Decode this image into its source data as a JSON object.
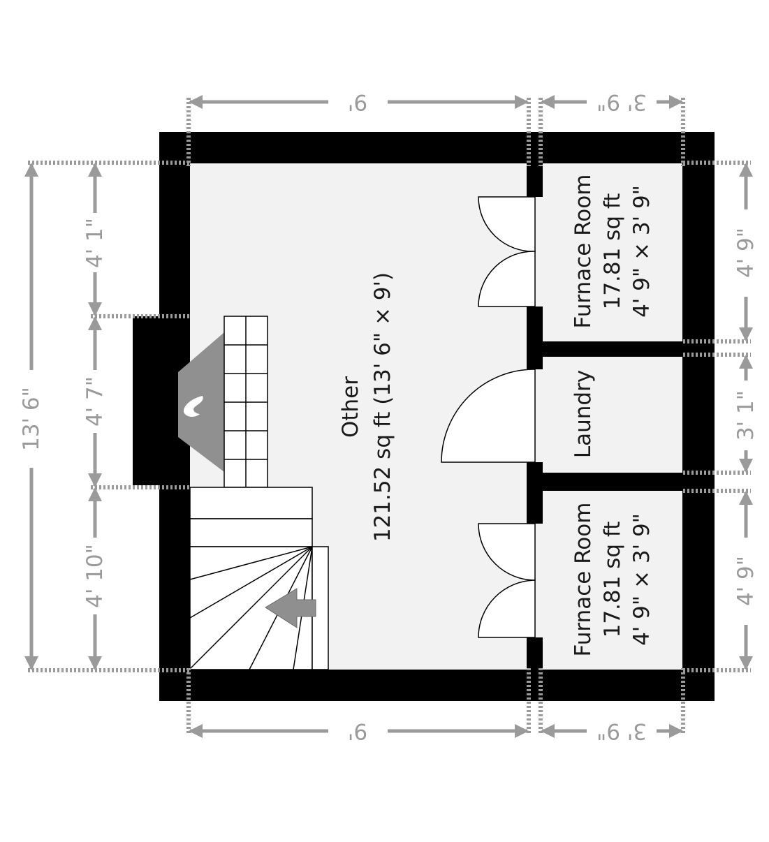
{
  "rooms": {
    "other": {
      "name": "Other",
      "size": "121.52 sq ft (13' 6\" × 9')"
    },
    "furnace_top": {
      "name": "Furnace Room",
      "area": "17.81 sq ft",
      "size": "4' 9\" × 3' 9\""
    },
    "laundry": {
      "name": "Laundry"
    },
    "furnace_bottom": {
      "name": "Furnace Room",
      "area": "17.81 sq ft",
      "size": "4' 9\" × 3' 9\""
    }
  },
  "dimensions": {
    "top_left": "9'",
    "top_right": "3' 9\"",
    "bottom_left": "9'",
    "bottom_right": "3' 9\"",
    "left_total": "13' 6\"",
    "left_seg1": "4' 1\"",
    "left_seg2": "4' 7\"",
    "left_seg3": "4' 10\"",
    "right_seg1": "4' 9\"",
    "right_seg2": "3' 1\"",
    "right_seg3": "4' 9\""
  },
  "colors": {
    "wall": "#000000",
    "floor": "#f2f2f2",
    "dimension": "#9a9a9a",
    "fireplace_hearth": "#909090",
    "stair_arrow": "#8f8f8f"
  },
  "icons": {
    "fireplace_flame": "flame-icon",
    "stairs_direction": "arrow-icon"
  }
}
